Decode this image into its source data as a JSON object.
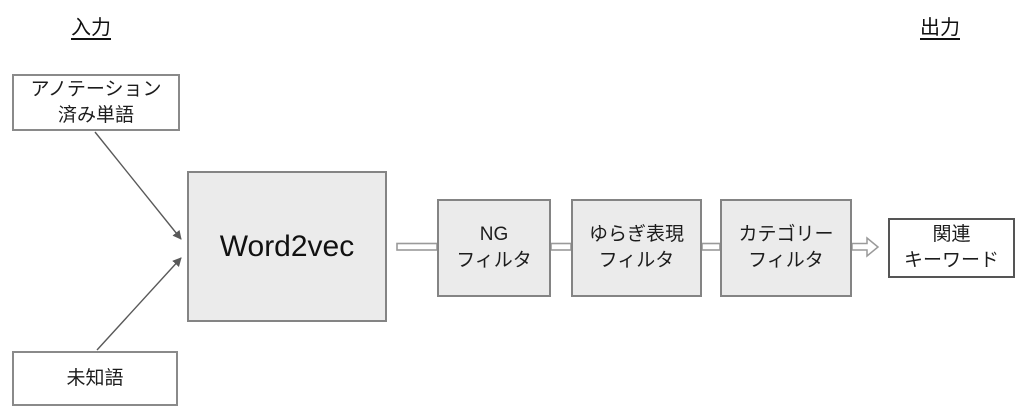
{
  "labels": {
    "input": "入力",
    "output": "出力"
  },
  "nodes": {
    "annotated_words": "アノテーション\n済み単語",
    "unknown_words": "未知語",
    "word2vec": "Word2vec",
    "ng_filter": "NG\nフィルタ",
    "fluctuation_filter": "ゆらぎ表現\nフィルタ",
    "category_filter": "カテゴリー\nフィルタ",
    "related_keywords": "関連\nキーワード"
  },
  "edges": [
    {
      "from": "annotated_words",
      "to": "word2vec",
      "style": "thin-arrow"
    },
    {
      "from": "unknown_words",
      "to": "word2vec",
      "style": "thin-arrow"
    },
    {
      "from": "word2vec",
      "to": "ng_filter",
      "style": "pipe"
    },
    {
      "from": "ng_filter",
      "to": "fluctuation_filter",
      "style": "pipe"
    },
    {
      "from": "fluctuation_filter",
      "to": "category_filter",
      "style": "pipe"
    },
    {
      "from": "category_filter",
      "to": "related_keywords",
      "style": "hollow-arrow"
    }
  ],
  "colors": {
    "background": "#ffffff",
    "gray_box_fill": "#ebebeb",
    "gray_box_border": "#848484",
    "white_box_border": "#8a8a8a",
    "dark_box_border": "#555555",
    "arrow": "#595959",
    "pipe_stroke": "#9a9a9a",
    "text": "#1c1c1c"
  }
}
